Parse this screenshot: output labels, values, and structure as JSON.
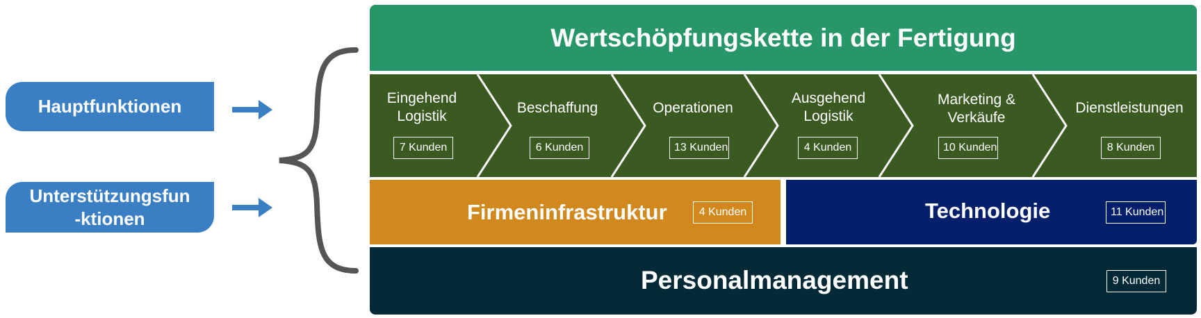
{
  "left": {
    "primary_label": "Hauptfunktionen",
    "support_label_line1": "Unterstützungsfun",
    "support_label_line2": "-ktionen"
  },
  "header": {
    "title": "Wertschöpfungskette in der Fertigung"
  },
  "chain": [
    {
      "line1": "Eingehend",
      "line2": "Logistik",
      "count": "7 Kunden"
    },
    {
      "line1": "Beschaffung",
      "line2": "",
      "count": "6 Kunden"
    },
    {
      "line1": "Operationen",
      "line2": "",
      "count": "13 Kunden"
    },
    {
      "line1": "Ausgehend",
      "line2": "Logistik",
      "count": "4 Kunden"
    },
    {
      "line1": "Marketing &",
      "line2": "Verkäufe",
      "count": "10 Kunden"
    },
    {
      "line1": "Dienstleistungen",
      "line2": "",
      "count": "8 Kunden"
    }
  ],
  "support": {
    "infrastructure": {
      "title": "Firmeninfrastruktur",
      "count": "4 Kunden"
    },
    "technology": {
      "title": "Technologie",
      "count": "11 Kunden"
    },
    "hr": {
      "title": "Personalmanagement",
      "count": "9 Kunden"
    }
  },
  "colors": {
    "header": "#279668",
    "chain": "#3b5a22",
    "infrastructure": "#d1881d",
    "technology": "#04206a",
    "hr": "#042a38",
    "side_labels": "#3a7fc4",
    "brace": "#555555"
  },
  "icons": [
    "arrow-right-icon",
    "curly-brace-icon"
  ]
}
